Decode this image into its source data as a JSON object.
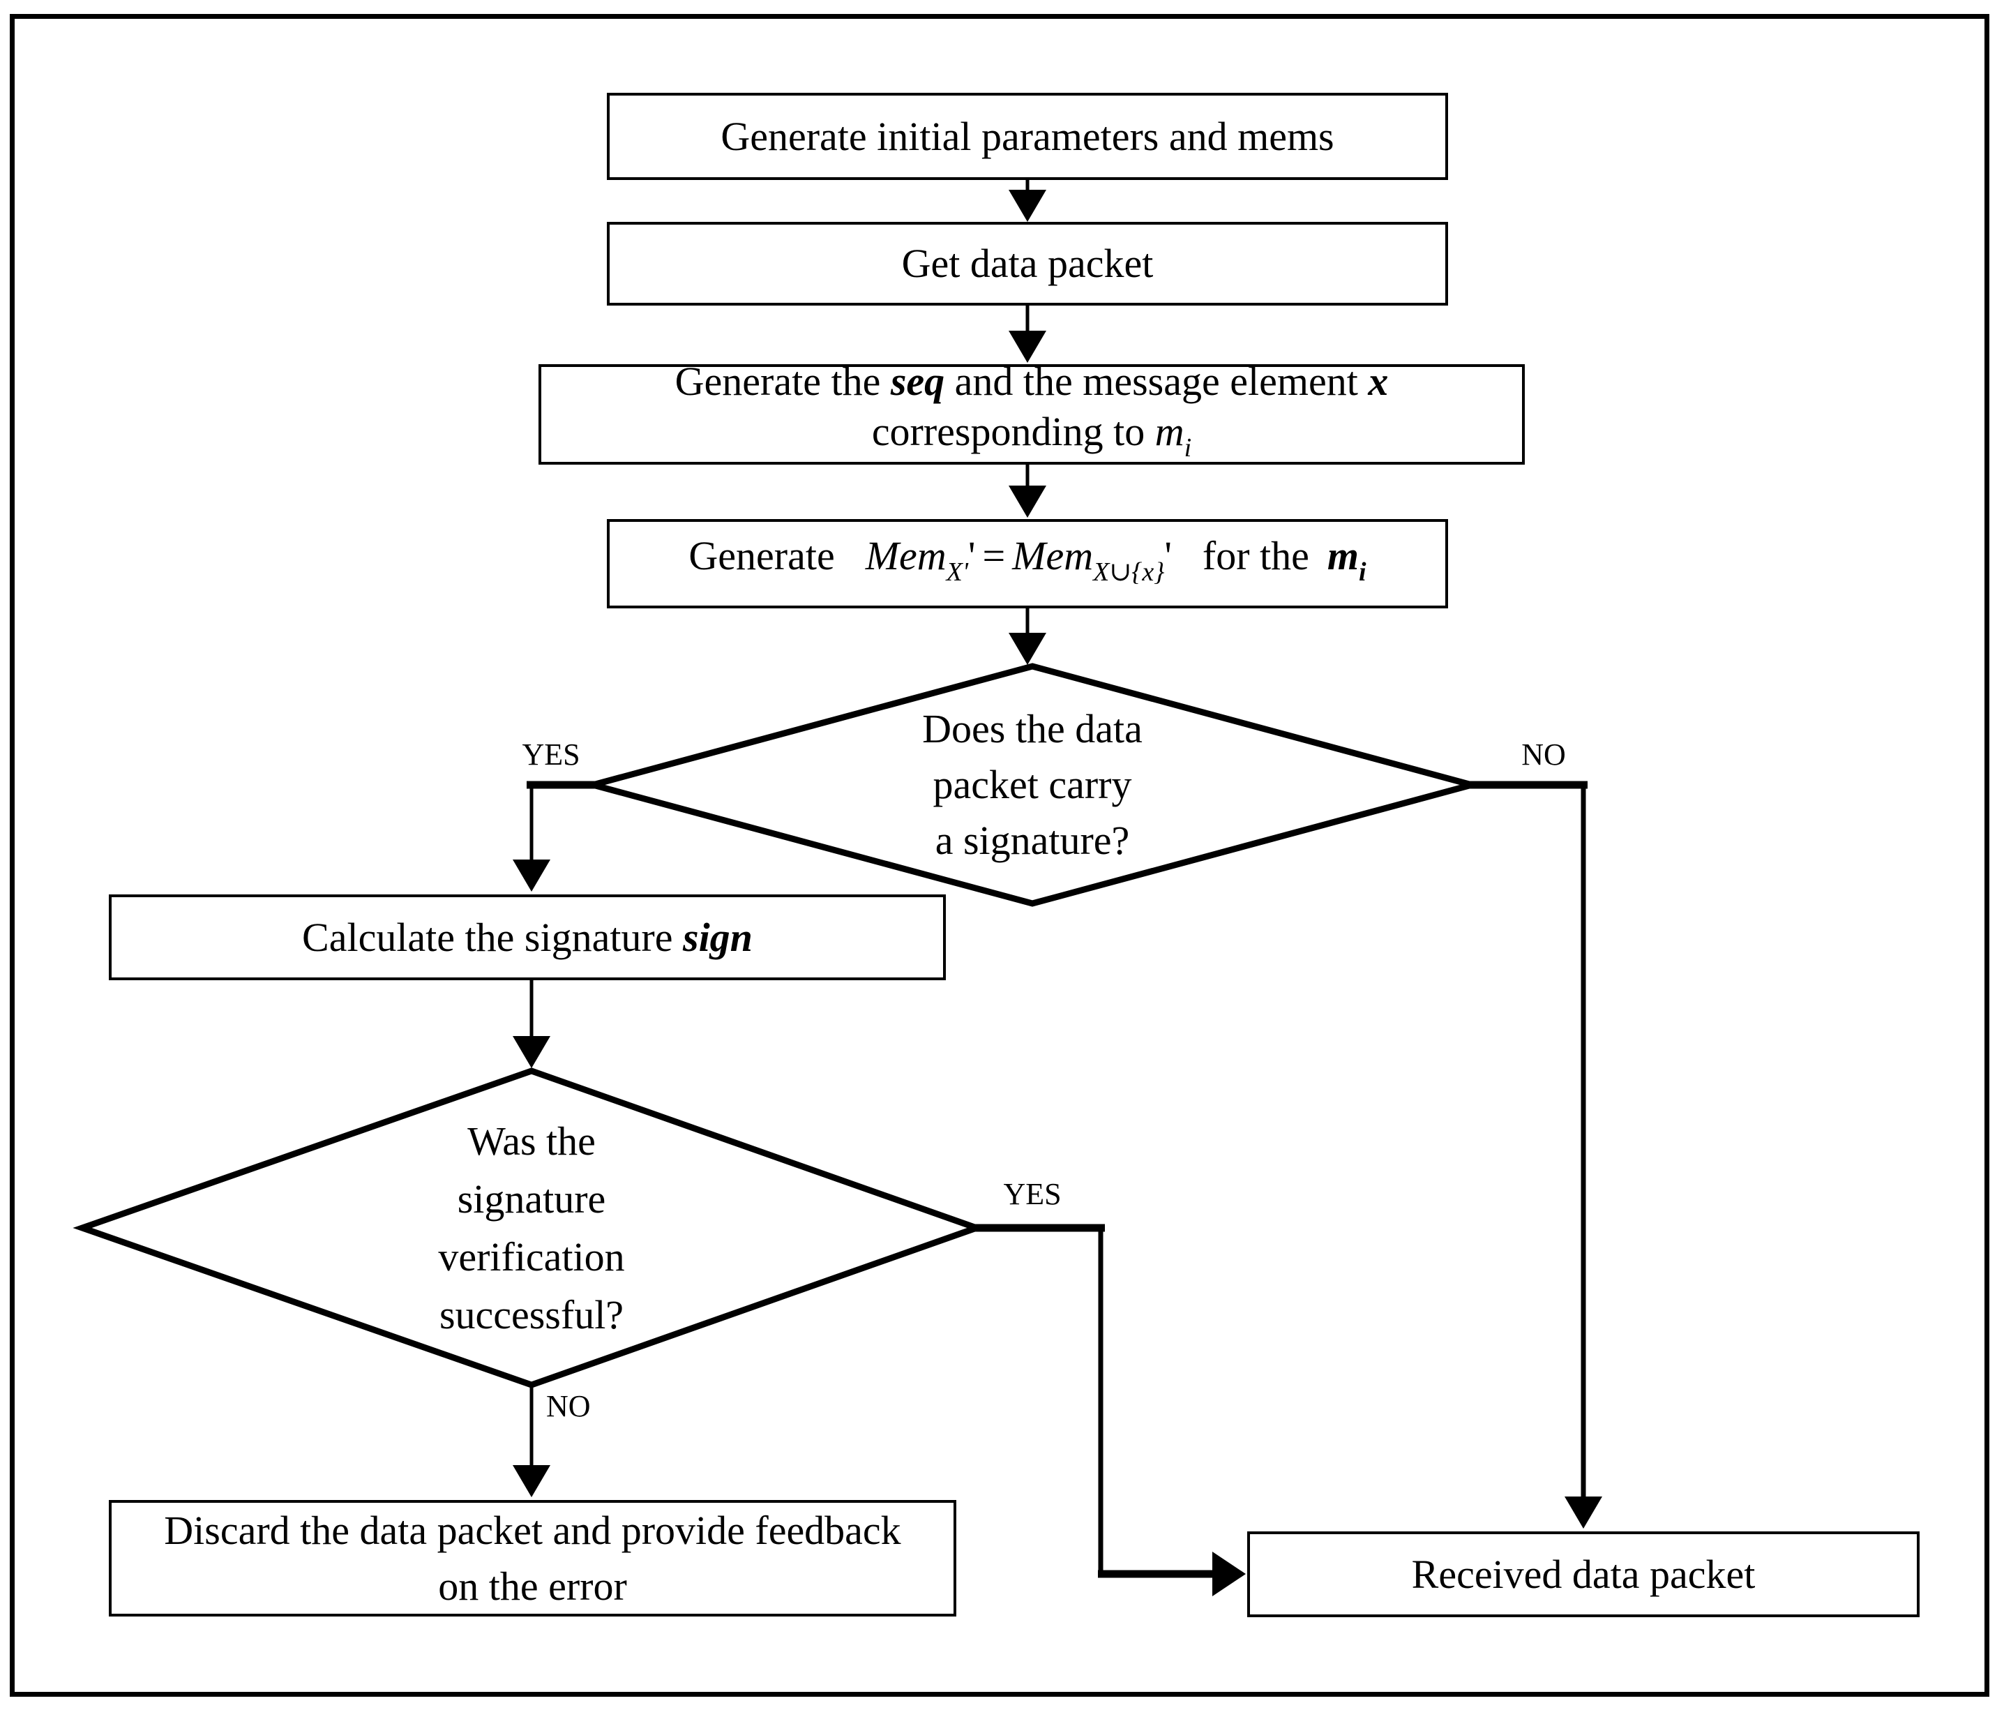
{
  "figure": {
    "colors": {
      "ink": "#000000",
      "paper": "#ffffff"
    },
    "boxes": {
      "generate_params": "Generate initial parameters and mems",
      "get_packet": "Get data packet",
      "generate_seq": {
        "l1_t1": "Generate the ",
        "l1_seq": "seq",
        "l1_t2": " and the message element ",
        "l1_x": "x",
        "l2_t1": "corresponding to ",
        "l2_m": "m",
        "l2_i": "i"
      },
      "generate_mem": {
        "t1": "Generate",
        "mem1": "Mem",
        "sub1": "X'",
        "prime1": "'",
        "eq": "=",
        "mem2": "Mem",
        "sub2": "X∪{x}",
        "prime2": "'",
        "t2": "for the",
        "m": "m",
        "i": "i"
      },
      "calc_sign": {
        "t1": "Calculate the signature ",
        "sign": "sign"
      },
      "discard": {
        "line1": "Discard the data packet and provide feedback",
        "line2": "on the error"
      },
      "received": "Received data packet"
    },
    "decisions": {
      "carry_signature": {
        "line1": "Does the data",
        "line2": "packet carry",
        "line3": "a signature?"
      },
      "verification": {
        "line1": "Was the",
        "line2": "signature",
        "line3": "verification",
        "line4": "successful?"
      }
    },
    "labels": {
      "d1_yes": "YES",
      "d1_no": "NO",
      "d2_yes": "YES",
      "d2_no": "NO"
    }
  }
}
